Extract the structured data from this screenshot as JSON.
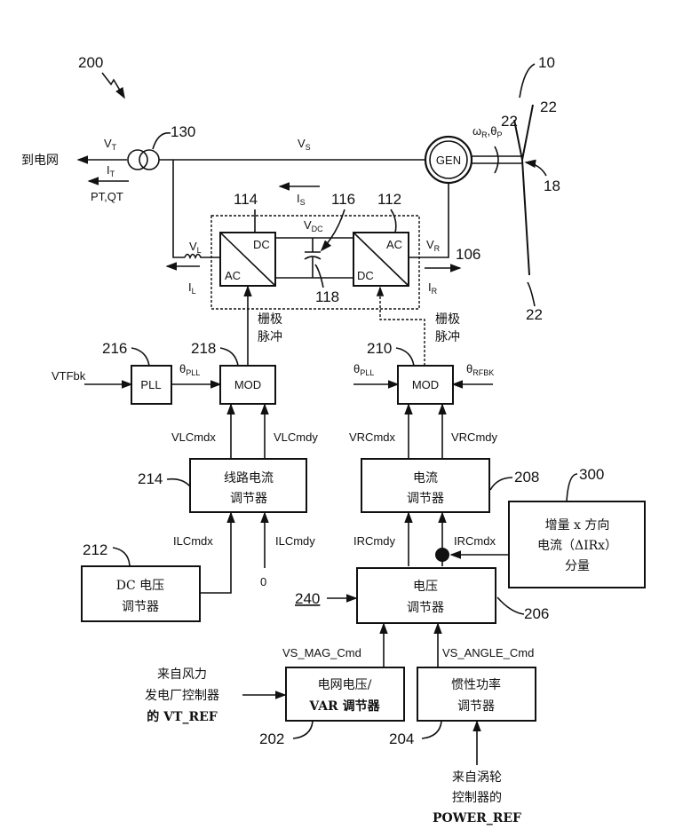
{
  "refs": {
    "system": "200",
    "turbine": "10",
    "transformer": "130",
    "conv_line": "114",
    "conv_rotor": "112",
    "dc_link": "116",
    "capacitor": "118",
    "converter": "106",
    "blade_a": "22",
    "blade_b": "22",
    "blade_c": "22",
    "hub": "18",
    "pll": "216",
    "mod_line": "218",
    "mod_rotor": "210",
    "line_reg": "214",
    "current_reg": "208",
    "delta_component": "300",
    "dc_reg": "212",
    "voltage_reg": "206",
    "system_ref": "240",
    "var_reg": "202",
    "inertia_reg": "204"
  },
  "signals": {
    "vt": {
      "m": "V",
      "s": "T"
    },
    "it": {
      "m": "I",
      "s": "T"
    },
    "ptqt": "PT,QT",
    "vs": {
      "m": "V",
      "s": "S"
    },
    "is": {
      "m": "I",
      "s": "S"
    },
    "vl": {
      "m": "V",
      "s": "L"
    },
    "il": {
      "m": "I",
      "s": "L"
    },
    "vdc": {
      "m": "V",
      "s": "DC"
    },
    "vr": {
      "m": "V",
      "s": "R"
    },
    "ir": {
      "m": "I",
      "s": "R"
    },
    "omega": "ω",
    "omega_sub": "R",
    "theta": "θ",
    "theta_sub": "P",
    "to_grid": "到电网",
    "gen": "GEN",
    "ac": "AC",
    "dc": "DC",
    "gate_1": "栅极",
    "gate_2": "脉冲",
    "vtfbk": "VTFbk",
    "theta_pll": {
      "m": "θ",
      "s": "PLL"
    },
    "theta_rfbk": {
      "m": "θ",
      "s": "RFBK"
    },
    "pll": "PLL",
    "mod": "MOD",
    "vlcmdx": "VLCmdx",
    "vlcmdy": "VLCmdy",
    "vrcmdx": "VRCmdx",
    "vrcmdy": "VRCmdy",
    "ilcmdx": "ILCmdx",
    "ilcmdy": "ILCmdy",
    "zero": "0",
    "ircmdy": "IRCmdy",
    "ircmdx": "IRCmdx",
    "vs_mag": "VS_MAG_Cmd",
    "vs_angle": "VS_ANGLE_Cmd"
  },
  "blocks": {
    "line_reg": [
      "线路电流",
      "调节器"
    ],
    "current_reg": [
      "电流",
      "调节器"
    ],
    "delta": [
      "增量 x 方向",
      "电流（ΔIRx）",
      "分量"
    ],
    "dc_reg": [
      "DC 电压",
      "调节器"
    ],
    "voltage_reg": [
      "电压",
      "调节器"
    ],
    "var_reg": [
      "电网电压/",
      "VAR 调节器"
    ],
    "inertia_reg": [
      "惯性功率",
      "调节器"
    ]
  },
  "inputs": {
    "vt_ref": [
      "来自风力",
      "发电厂控制器",
      "的 VT_REF"
    ],
    "power_ref": [
      "来自涡轮",
      "控制器的",
      "POWER_REF"
    ]
  }
}
